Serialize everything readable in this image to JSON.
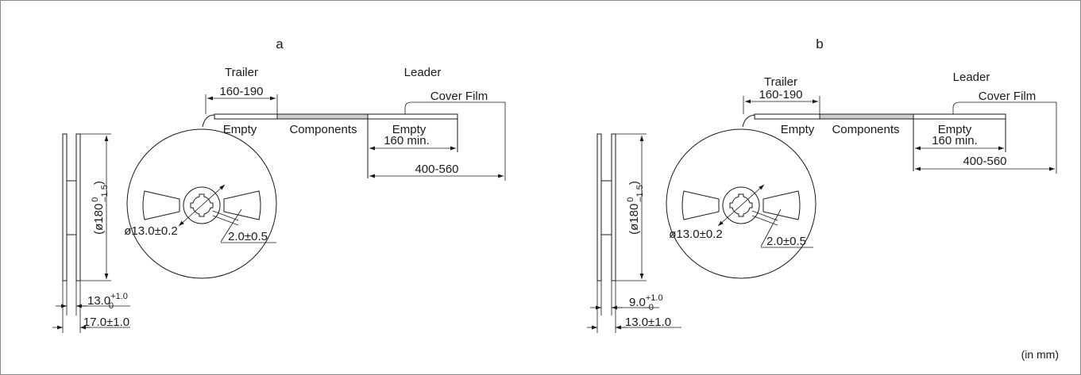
{
  "figure_a": {
    "label": "a",
    "trailer": "Trailer",
    "trailer_dim": "160-190",
    "leader": "Leader",
    "cover_film": "Cover Film",
    "empty_left": "Empty",
    "components": "Components",
    "empty_right": "Empty",
    "empty_min": "160 min.",
    "leader_dim": "400-560",
    "diameter_main": "(ø180",
    "diameter_tol_upper": "0",
    "diameter_tol_lower": "–1.5",
    "diameter_close": ")",
    "hub_dim": "ø13.0±0.2",
    "slot_dim": "2.0±0.5",
    "width_main": "13.0",
    "width_tol_upper": "+1.0",
    "width_tol_lower": "0",
    "overall_width": "17.0±1.0"
  },
  "figure_b": {
    "label": "b",
    "trailer": "Trailer",
    "trailer_dim": "160-190",
    "leader": "Leader",
    "cover_film": "Cover Film",
    "empty_left": "Empty",
    "components": "Components",
    "empty_right": "Empty",
    "empty_min": "160 min.",
    "leader_dim": "400-560",
    "diameter_main": "(ø180",
    "diameter_tol_upper": "0",
    "diameter_tol_lower": "–1.5",
    "diameter_close": ")",
    "hub_dim": "ø13.0±0.2",
    "slot_dim": "2.0±0.5",
    "width_main": "9.0",
    "width_tol_upper": "+1.0",
    "width_tol_lower": "–0",
    "overall_width": "13.0±1.0"
  },
  "unit_note": "(in mm)"
}
